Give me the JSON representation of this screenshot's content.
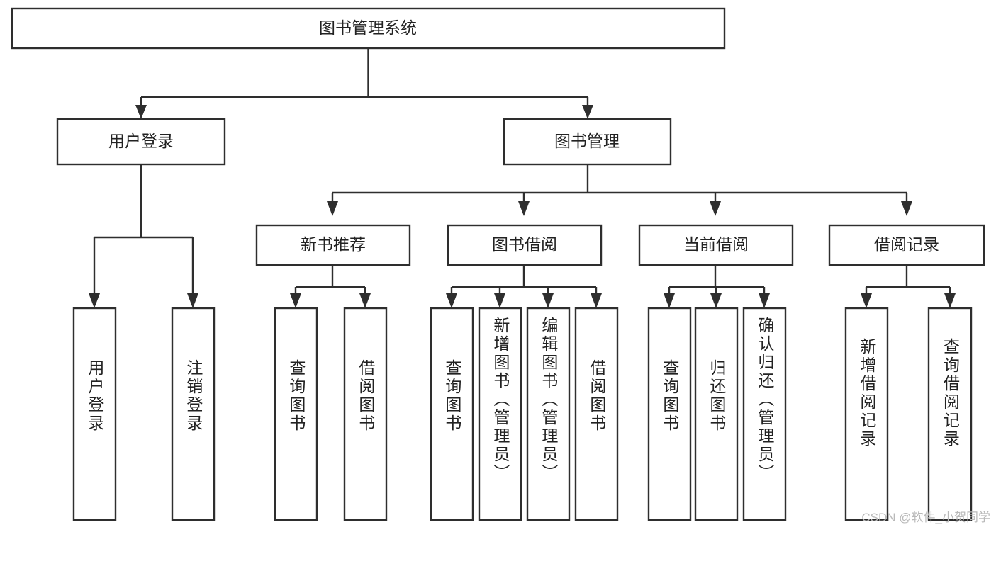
{
  "diagram": {
    "type": "tree-hierarchy-chart",
    "title": "图书管理系统",
    "watermark": "CSDN @软件_小贺同学",
    "colors": {
      "stroke": "#2e2e2e",
      "fill": "#ffffff",
      "text": "#222222",
      "watermark": "#b9b9b9",
      "background": "#ffffff"
    },
    "levels": [
      {
        "level": 1,
        "nodes": [
          {
            "id": "root",
            "label": "图书管理系统",
            "orientation": "horizontal"
          }
        ]
      },
      {
        "level": 2,
        "nodes": [
          {
            "id": "login",
            "label": "用户登录",
            "orientation": "horizontal",
            "parent": "root"
          },
          {
            "id": "bookmgmt",
            "label": "图书管理",
            "orientation": "horizontal",
            "parent": "root"
          }
        ]
      },
      {
        "level": 3,
        "nodes": [
          {
            "id": "newbook",
            "label": "新书推荐",
            "orientation": "horizontal",
            "parent": "bookmgmt"
          },
          {
            "id": "borrow",
            "label": "图书借阅",
            "orientation": "horizontal",
            "parent": "bookmgmt"
          },
          {
            "id": "current",
            "label": "当前借阅",
            "orientation": "horizontal",
            "parent": "bookmgmt"
          },
          {
            "id": "records",
            "label": "借阅记录",
            "orientation": "horizontal",
            "parent": "bookmgmt"
          }
        ]
      },
      {
        "level": 4,
        "nodes": [
          {
            "id": "leaf1",
            "label": "用户登录",
            "orientation": "vertical",
            "parent": "login"
          },
          {
            "id": "leaf2",
            "label": "注销登录",
            "orientation": "vertical",
            "parent": "login"
          },
          {
            "id": "leaf3",
            "label": "查询图书",
            "orientation": "vertical",
            "parent": "newbook"
          },
          {
            "id": "leaf4",
            "label": "借阅图书",
            "orientation": "vertical",
            "parent": "newbook"
          },
          {
            "id": "leaf5",
            "label": "查询图书",
            "orientation": "vertical",
            "parent": "borrow"
          },
          {
            "id": "leaf6",
            "label": "新增图书（管理员）",
            "orientation": "vertical",
            "parent": "borrow"
          },
          {
            "id": "leaf7",
            "label": "编辑图书（管理员）",
            "orientation": "vertical",
            "parent": "borrow"
          },
          {
            "id": "leaf8",
            "label": "借阅图书",
            "orientation": "vertical",
            "parent": "borrow"
          },
          {
            "id": "leaf9",
            "label": "查询图书",
            "orientation": "vertical",
            "parent": "current"
          },
          {
            "id": "leaf10",
            "label": "归还图书",
            "orientation": "vertical",
            "parent": "current"
          },
          {
            "id": "leaf11",
            "label": "确认归还（管理员）",
            "orientation": "vertical",
            "parent": "current"
          },
          {
            "id": "leaf12",
            "label": "新增借阅记录",
            "orientation": "vertical",
            "parent": "records"
          },
          {
            "id": "leaf13",
            "label": "查询借阅记录",
            "orientation": "vertical",
            "parent": "records"
          }
        ]
      }
    ]
  }
}
